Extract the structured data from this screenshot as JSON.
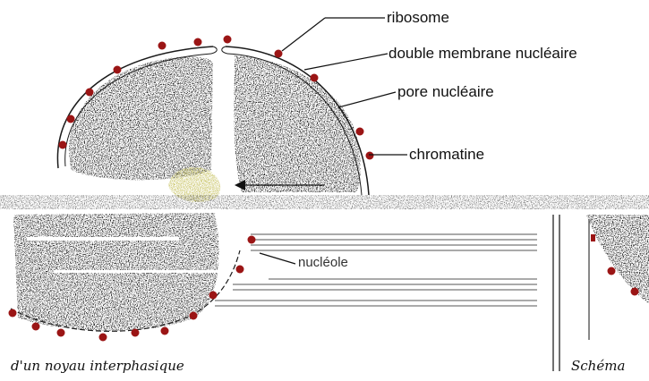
{
  "labels": {
    "ribosome": "ribosome",
    "double_membrane": "double membrane nucléaire",
    "pore": "pore nucléaire",
    "chromatin": "chromatine",
    "nucleolus": "nucléole"
  },
  "captions": {
    "left": "d'un noyau interphasique",
    "right": "Schéma"
  },
  "colors": {
    "ribosome": "#9b1515",
    "chromatin": "#1a1a1a",
    "nucleolus": "#c9c466",
    "membrane": "#1a1a1a"
  }
}
